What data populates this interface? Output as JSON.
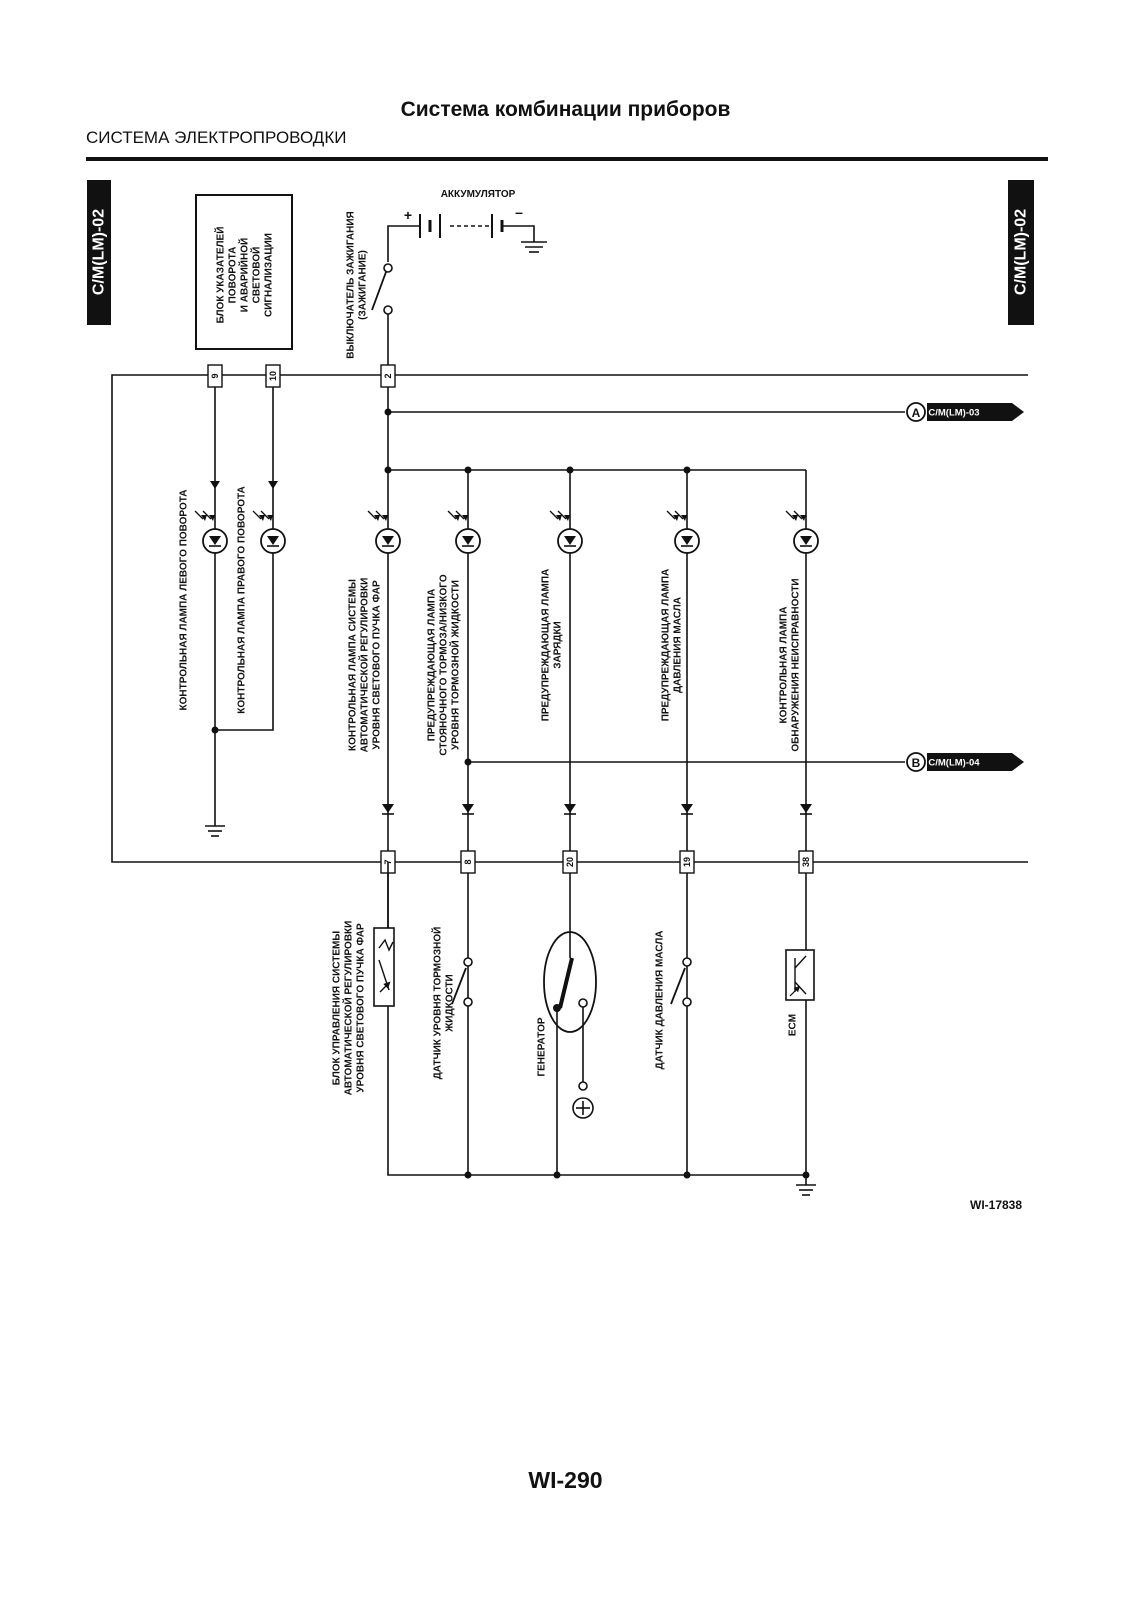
{
  "header": {
    "title": "Система комбинации приборов",
    "subtitle": "СИСТЕМА ЭЛЕКТРОПРОВОДКИ"
  },
  "page_number": "WI-290",
  "figure_id": "WI-17838",
  "tabs": {
    "left": "C/M(LM)-02",
    "right": "C/M(LM)-02"
  },
  "components": {
    "battery": "АККУМУЛЯТОР",
    "turn_unit": [
      "БЛОК УКАЗАТЕЛЕЙ",
      "ПОВОРОТА",
      "И АВАРИЙНОЙ",
      "СВЕТОВОЙ",
      "СИГНАЛИЗАЦИИ"
    ],
    "ignition_switch": [
      "ВЫКЛЮЧАТЕЛЬ ЗАЖИГАНИЯ",
      "(ЗАЖИГАНИЕ)"
    ],
    "left_turn_lamp": [
      "КОНТРОЛЬНАЯ ЛАМПА ЛЕВОГО ПОВОРОТА"
    ],
    "right_turn_lamp": [
      "КОНТРОЛЬНАЯ ЛАМПА ПРАВОГО ПОВОРОТА"
    ],
    "headlight_lamp": [
      "КОНТРОЛЬНАЯ ЛАМПА СИСТЕМЫ",
      "АВТОМАТИЧЕСКОЙ РЕГУЛИРОВКИ",
      "УРОВНЯ СВЕТОВОГО ПУЧКА ФАР"
    ],
    "brake_lamp": [
      "ПРЕДУПРЕЖДАЮЩАЯ ЛАМПА",
      "СТОЯНОЧНОГО ТОРМОЗА/НИЗКОГО",
      "УРОВНЯ ТОРМОЗНОЙ ЖИДКОСТИ"
    ],
    "charge_lamp": [
      "ПРЕДУПРЕЖДАЮЩАЯ ЛАМПА",
      "ЗАРЯДКИ"
    ],
    "oil_lamp": [
      "ПРЕДУПРЕЖДАЮЩАЯ ЛАМПА",
      "ДАВЛЕНИЯ МАСЛА"
    ],
    "mil_lamp": [
      "КОНТРОЛЬНАЯ ЛАМПА",
      "ОБНАРУЖЕНИЯ НЕИСПРАВНОСТИ"
    ],
    "headlight_unit": [
      "БЛОК УПРАВЛЕНИЯ СИСТЕМЫ",
      "АВТОМАТИЧЕСКОЙ РЕГУЛИРОВКИ",
      "УРОВНЯ СВЕТОВОГО ПУЧКА ФАР"
    ],
    "brake_sensor": [
      "ДАТЧИК УРОВНЯ ТОРМОЗНОЙ",
      "ЖИДКОСТИ"
    ],
    "generator": [
      "ГЕНЕРАТОР"
    ],
    "oil_sensor": [
      "ДАТЧИК ДАВЛЕНИЯ МАСЛА"
    ],
    "ecm": [
      "ECM"
    ]
  },
  "pins": {
    "p9": "9",
    "p10": "10",
    "p2": "2",
    "p7": "7",
    "p8": "8",
    "p20": "20",
    "p19": "19",
    "p38": "38"
  },
  "offpage": {
    "a_letter": "A",
    "a_label": "C/M(LM)-03",
    "b_letter": "B",
    "b_label": "C/M(LM)-04"
  },
  "symbols": {
    "plus": "+",
    "minus": "–"
  }
}
